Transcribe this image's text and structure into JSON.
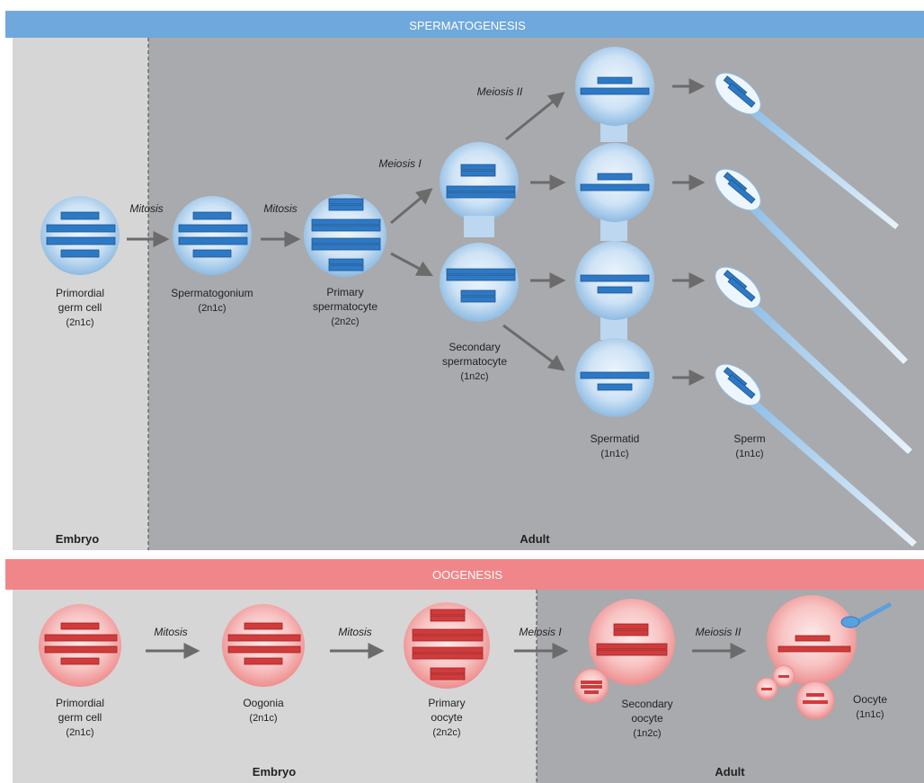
{
  "colors": {
    "sperm_banner": "#6fa8dc",
    "oo_banner": "#f1868a",
    "panel_light": "#d6d6d6",
    "panel_dark": "#a9aaad",
    "cell_blue_light": "#e3f0fb",
    "cell_blue_dark": "#8dbbe3",
    "chromo_blue": "#2d79c6",
    "cell_pink_light": "#fde2e2",
    "cell_pink_dark": "#f09797",
    "chromo_red": "#d23b3b",
    "arrow": "#6b6b6b"
  },
  "spermatogenesis": {
    "title": "SPERMATOGENESIS",
    "region_embryo": "Embryo",
    "region_adult": "Adult",
    "arrows": {
      "mitosis_1": "Mitosis",
      "mitosis_2": "Mitosis",
      "meiosis_1": "Meiosis I",
      "meiosis_2": "Meiosis II"
    },
    "stages": {
      "primordial": {
        "name_1": "Primordial",
        "name_2": "germ cell",
        "ploidy": "(2n1c)"
      },
      "spermatogonium": {
        "name_1": "Spermatogonium",
        "ploidy": "(2n1c)"
      },
      "primary": {
        "name_1": "Primary",
        "name_2": "spermatocyte",
        "ploidy": "(2n2c)"
      },
      "secondary": {
        "name_1": "Secondary",
        "name_2": "spermatocyte",
        "ploidy": "(1n2c)"
      },
      "spermatid": {
        "name_1": "Spermatid",
        "ploidy": "(1n1c)"
      },
      "sperm": {
        "name_1": "Sperm",
        "ploidy": "(1n1c)"
      }
    }
  },
  "oogenesis": {
    "title": "OOGENESIS",
    "region_embryo": "Embryo",
    "region_adult": "Adult",
    "arrows": {
      "mitosis_1": "Mitosis",
      "mitosis_2": "Mitosis",
      "meiosis_1": "Meiosis I",
      "meiosis_2": "Meiosis II"
    },
    "stages": {
      "primordial": {
        "name_1": "Primordial",
        "name_2": "germ cell",
        "ploidy": "(2n1c)"
      },
      "oogonia": {
        "name_1": "Oogonia",
        "ploidy": "(2n1c)"
      },
      "primary": {
        "name_1": "Primary",
        "name_2": "oocyte",
        "ploidy": "(2n2c)"
      },
      "secondary": {
        "name_1": "Secondary",
        "name_2": "oocyte",
        "ploidy": "(1n2c)"
      },
      "oocyte": {
        "name_1": "Oocyte",
        "ploidy": "(1n1c)"
      }
    }
  }
}
